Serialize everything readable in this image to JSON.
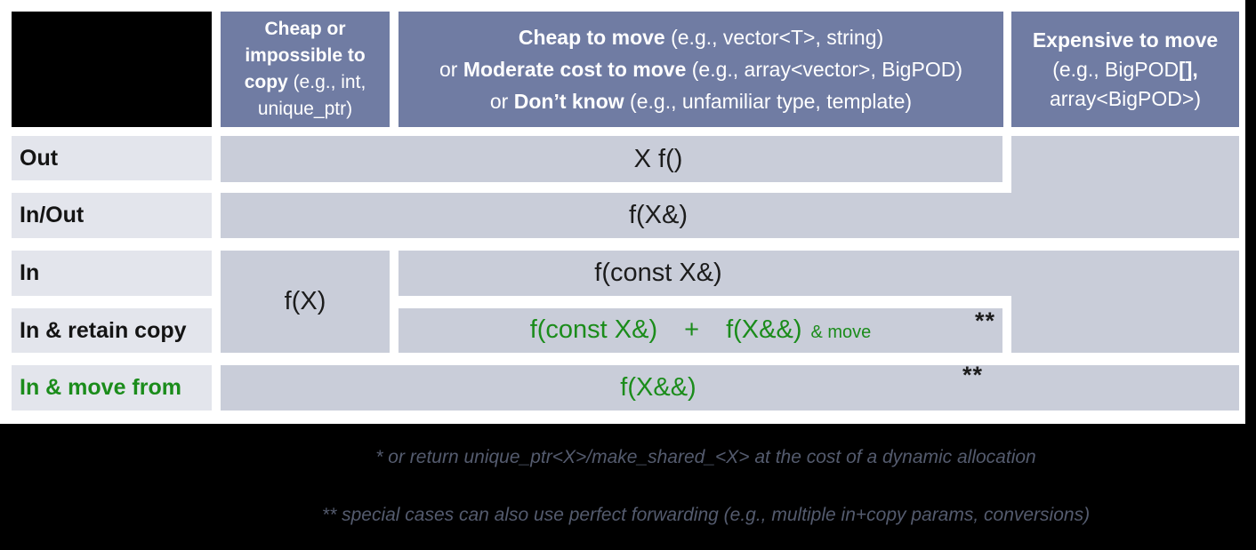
{
  "title": "Parameter passing guidance table (C++ copy/move cost vs parameter direction)",
  "colors": {
    "header_bg": "#707ca3",
    "cell_bg": "#c9cdd9",
    "row_label_bg": "#e3e5ec",
    "green_text": "#1b8c1b",
    "footnote_text": "#545b6e",
    "frame_black": "#000000",
    "code_text": "#1c1c1c",
    "header_text": "#ffffff"
  },
  "header": {
    "col1": {
      "bold": "Cheap or impossible to copy",
      "rest": " (e.g., int, unique_ptr)"
    },
    "col2": {
      "lines": [
        {
          "pre": "",
          "bold": "Cheap to move",
          "rest": " (e.g., vector<T>, string)"
        },
        {
          "pre": "or ",
          "bold": "Moderate cost to move",
          "rest": " (e.g., array<vector>, BigPOD)"
        },
        {
          "pre": "or ",
          "bold": "Don’t know",
          "rest": " (e.g., unfamiliar type, template)"
        }
      ]
    },
    "col3": {
      "lines": [
        {
          "pre": "",
          "bold": "Expensive to move",
          "rest": ""
        },
        {
          "pre": "(e.g., BigPOD",
          "bold": "[],",
          "rest": ""
        },
        {
          "pre": "array<BigPOD>)",
          "bold": "",
          "rest": ""
        }
      ]
    }
  },
  "rows": [
    {
      "label": "Out"
    },
    {
      "label": "In/Out"
    },
    {
      "label": "In"
    },
    {
      "label": "In & retain copy"
    },
    {
      "label": "In & move from"
    }
  ],
  "cells": {
    "out": "X f()",
    "inout": "f(X&)",
    "cheap_copy_in": "f(X)",
    "in": "f(const X&)",
    "retain": {
      "a": "f(const X&)",
      "plus": "+",
      "b": "f(X&&)",
      "suffix": "& move",
      "note": "**"
    },
    "move": "f(X&&)",
    "move_note": "**"
  },
  "footnotes": [
    "* or return unique_ptr<X>/make_shared_<X> at the cost of a dynamic allocation",
    "** special cases can also use perfect forwarding (e.g., multiple in+copy params, conversions)"
  ]
}
